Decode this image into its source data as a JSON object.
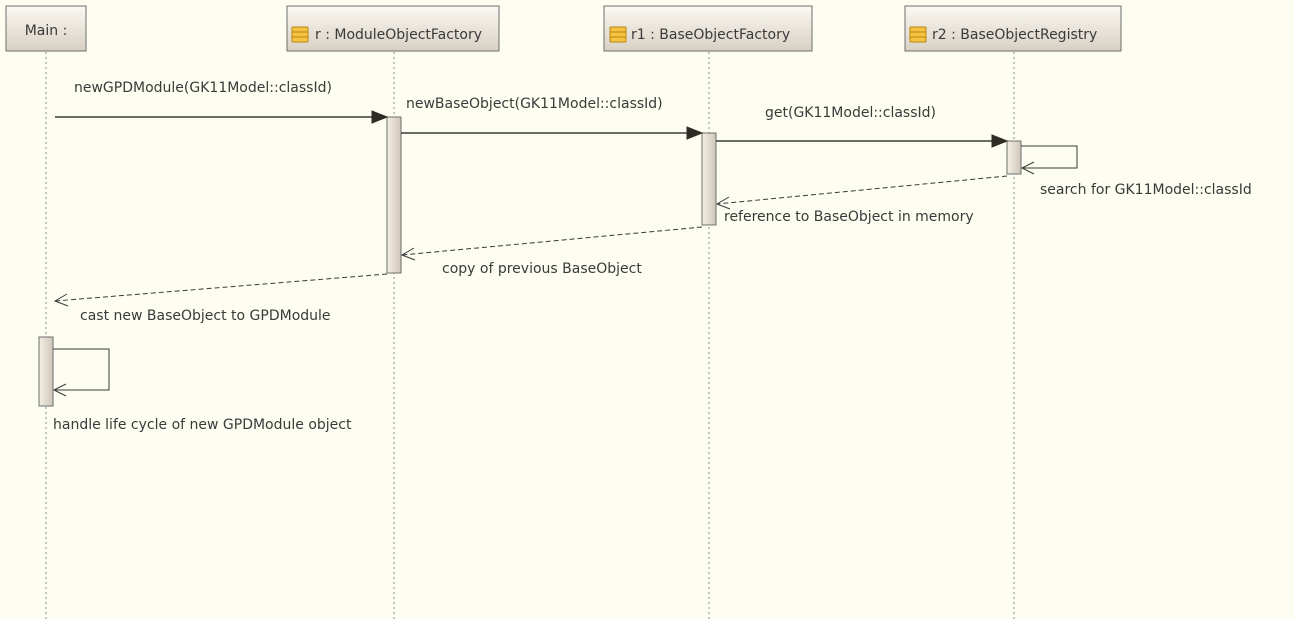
{
  "lifelines": [
    {
      "id": "main",
      "label": "Main :",
      "icon": "class-icon-none"
    },
    {
      "id": "r",
      "label": "r : ModuleObjectFactory",
      "icon": "class-icon"
    },
    {
      "id": "r1",
      "label": "r1 : BaseObjectFactory",
      "icon": "class-icon"
    },
    {
      "id": "r2",
      "label": "r2 : BaseObjectRegistry",
      "icon": "class-icon"
    }
  ],
  "messages": [
    {
      "label": "newGPDModule(GK11Model::classId)",
      "kind": "sync"
    },
    {
      "label": "newBaseObject(GK11Model::classId)",
      "kind": "sync"
    },
    {
      "label": "get(GK11Model::classId)",
      "kind": "sync"
    },
    {
      "label": "search for GK11Model::classId",
      "kind": "self"
    },
    {
      "label": "reference to BaseObject in memory",
      "kind": "return"
    },
    {
      "label": "copy of previous BaseObject",
      "kind": "return"
    },
    {
      "label": "cast new BaseObject to GPDModule",
      "kind": "return"
    },
    {
      "label": "handle life cycle of new GPDModule object",
      "kind": "self"
    }
  ],
  "colors": {
    "background": "#fdfdf1",
    "header_fill_top": "#fbf9f3",
    "header_fill_bottom": "#d8d0c4",
    "icon_fill": "#f5c242",
    "icon_stroke": "#b8860b"
  }
}
